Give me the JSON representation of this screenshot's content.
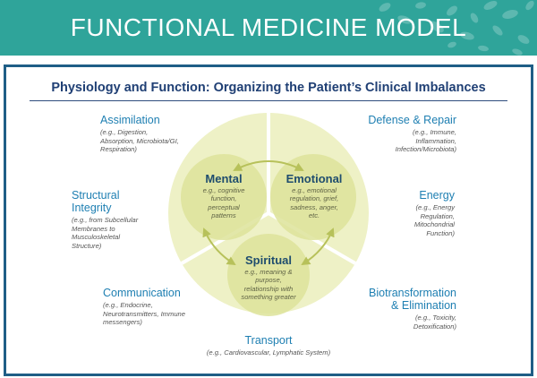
{
  "title": "FUNCTIONAL MEDICINE MODEL",
  "subtitle": "Physiology and Function: Organizing the Patient’s Clinical Imbalances",
  "colors": {
    "banner": "#2fa49a",
    "frame": "#1f5e86",
    "category_text": "#1e7fb2",
    "venn_light": "#eef1c6",
    "venn_circle": "#dde39a",
    "arrow": "#b7c15a"
  },
  "categories": {
    "assimilation": {
      "title": "Assimilation",
      "desc": [
        "(e.g., Digestion,",
        "Absorption, Microbiota/GI,",
        "Respiration)"
      ]
    },
    "defense": {
      "title": "Defense & Repair",
      "desc": [
        "(e.g., Immune,",
        "Inflammation,",
        "Infection/Microbiota)"
      ]
    },
    "structural": {
      "title": [
        "Structural",
        "Integrity"
      ],
      "desc": [
        "(e.g., from Subcellular",
        "Membranes to",
        "Musculoskeletal",
        "Structure)"
      ]
    },
    "energy": {
      "title": "Energy",
      "desc": [
        "(e.g., Energy",
        "Regulation,",
        "Mitochondrial",
        "Function)"
      ]
    },
    "communication": {
      "title": "Communication",
      "desc": [
        "(e.g., Endocrine,",
        "Neurotransmitters, Immune",
        "messengers)"
      ]
    },
    "biotransformation": {
      "title": [
        "Biotransformation",
        "& Elimination"
      ],
      "desc": [
        "(e.g., Toxicity,",
        "Detoxification)"
      ]
    },
    "transport": {
      "title": "Transport",
      "desc": [
        "(e.g., Cardiovascular, Lymphatic System)"
      ]
    }
  },
  "venn": {
    "mental": {
      "title": "Mental",
      "desc": [
        "e.g., cognitive",
        "function,",
        "perceptual",
        "patterns"
      ]
    },
    "emotional": {
      "title": "Emotional",
      "desc": [
        "e.g., emotional",
        "regulation, grief,",
        "sadness, anger,",
        "etc."
      ]
    },
    "spiritual": {
      "title": "Spiritual",
      "desc": [
        "e.g., meaning &",
        "purpose,",
        "relationship with",
        "something greater"
      ]
    }
  }
}
